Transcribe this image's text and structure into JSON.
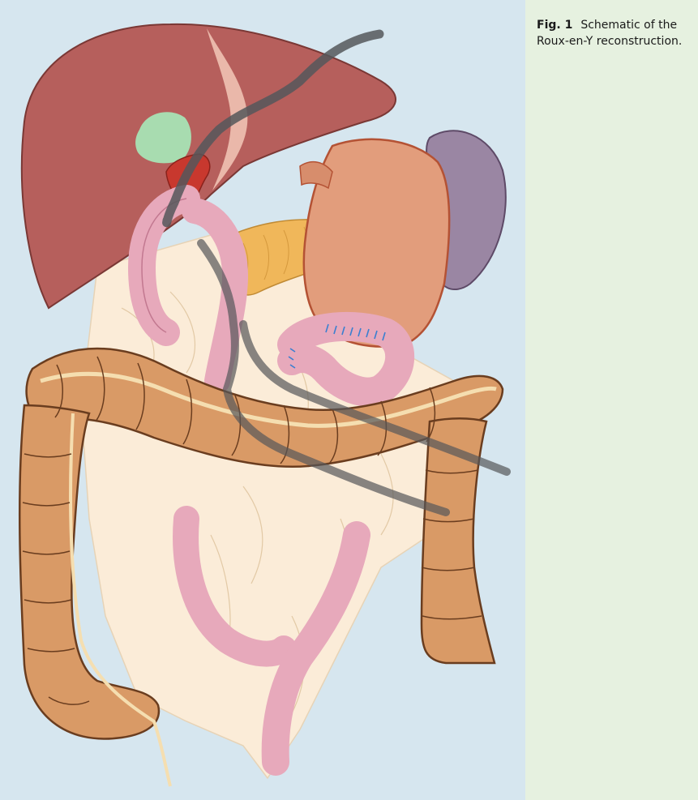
{
  "caption": {
    "label": "Fig. 1",
    "text": "Schematic of the Roux-en-Y reconstruction."
  },
  "colors": {
    "figure_background": "#d6e6ef",
    "caption_background": "#e6f1e0",
    "liver": "#b65f5c",
    "gallbladder": "#a8dcb0",
    "stomach": "#e29d7c",
    "spleen": "#9a86a3",
    "pancreas": "#f0b75a",
    "small_bowel": "#e7a9bb",
    "colon": "#d99a66",
    "mesentery": "#fbecd8",
    "endoscope": "#55575a",
    "sutures": "#3a7fd0"
  },
  "figure": {
    "structures": [
      "liver",
      "gallbladder",
      "bile-duct",
      "stomach",
      "spleen",
      "pancreas",
      "roux-limb",
      "biliopancreatic-limb",
      "gastrojejunostomy",
      "transverse-colon",
      "ascending-colon",
      "descending-colon",
      "jejunojejunostomy",
      "mesentery",
      "endoscope",
      "suture-line"
    ]
  }
}
